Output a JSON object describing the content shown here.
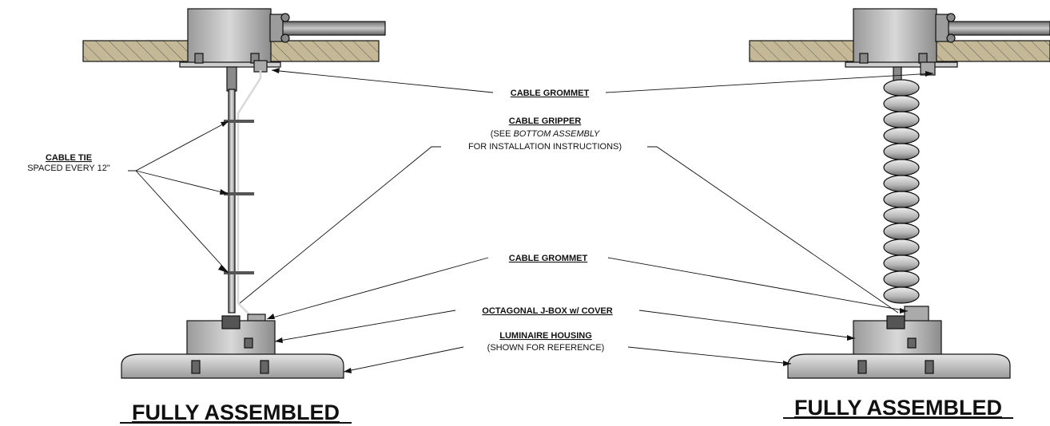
{
  "labels": {
    "cable_tie_title": "CABLE TIE",
    "cable_tie_sub": "SPACED EVERY 12\"",
    "cable_grommet_top": "CABLE GROMMET",
    "cable_gripper_title": "CABLE GRIPPER",
    "cable_gripper_see": "(SEE ",
    "cable_gripper_see_italic": "BOTTOM ASSEMBLY",
    "cable_gripper_instr": "FOR INSTALLATION INSTRUCTIONS)",
    "cable_grommet_bottom": "CABLE GROMMET",
    "octagonal_jbox": "OCTAGONAL J-BOX w/ COVER",
    "luminaire_housing": "LUMINAIRE HOUSING",
    "luminaire_housing_sub": "(SHOWN FOR REFERENCE)"
  },
  "titles": {
    "left": "FULLY ASSEMBLED",
    "right": "FULLY ASSEMBLED"
  },
  "colors": {
    "metal_light": "#d4d4d4",
    "metal_mid": "#a9a9a9",
    "metal_dark": "#5a5a5a",
    "ceiling": "#b9a98a"
  }
}
